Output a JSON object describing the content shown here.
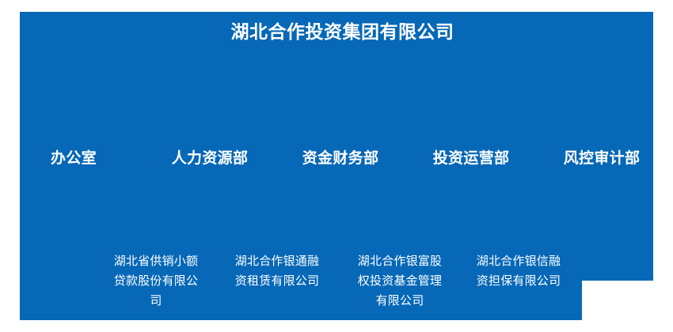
{
  "chart": {
    "type": "org-chart",
    "background_color": "#ffffff",
    "panel_color": "#0668b7",
    "text_color": "#ffffff",
    "root": {
      "label": "湖北合作投资集团有限公司"
    },
    "departments": [
      {
        "label": "办公室"
      },
      {
        "label": "人力资源部"
      },
      {
        "label": "资金财务部"
      },
      {
        "label": "投资运营部"
      },
      {
        "label": "风控审计部"
      }
    ],
    "subsidiaries": [
      {
        "label": "湖北省供销小额贷款股份有限公司"
      },
      {
        "label": "湖北合作银通融资租赁有限公司"
      },
      {
        "label": "湖北合作银富股权投资基金管理有限公司"
      },
      {
        "label": "湖北合作银信融资担保有限公司"
      }
    ]
  }
}
